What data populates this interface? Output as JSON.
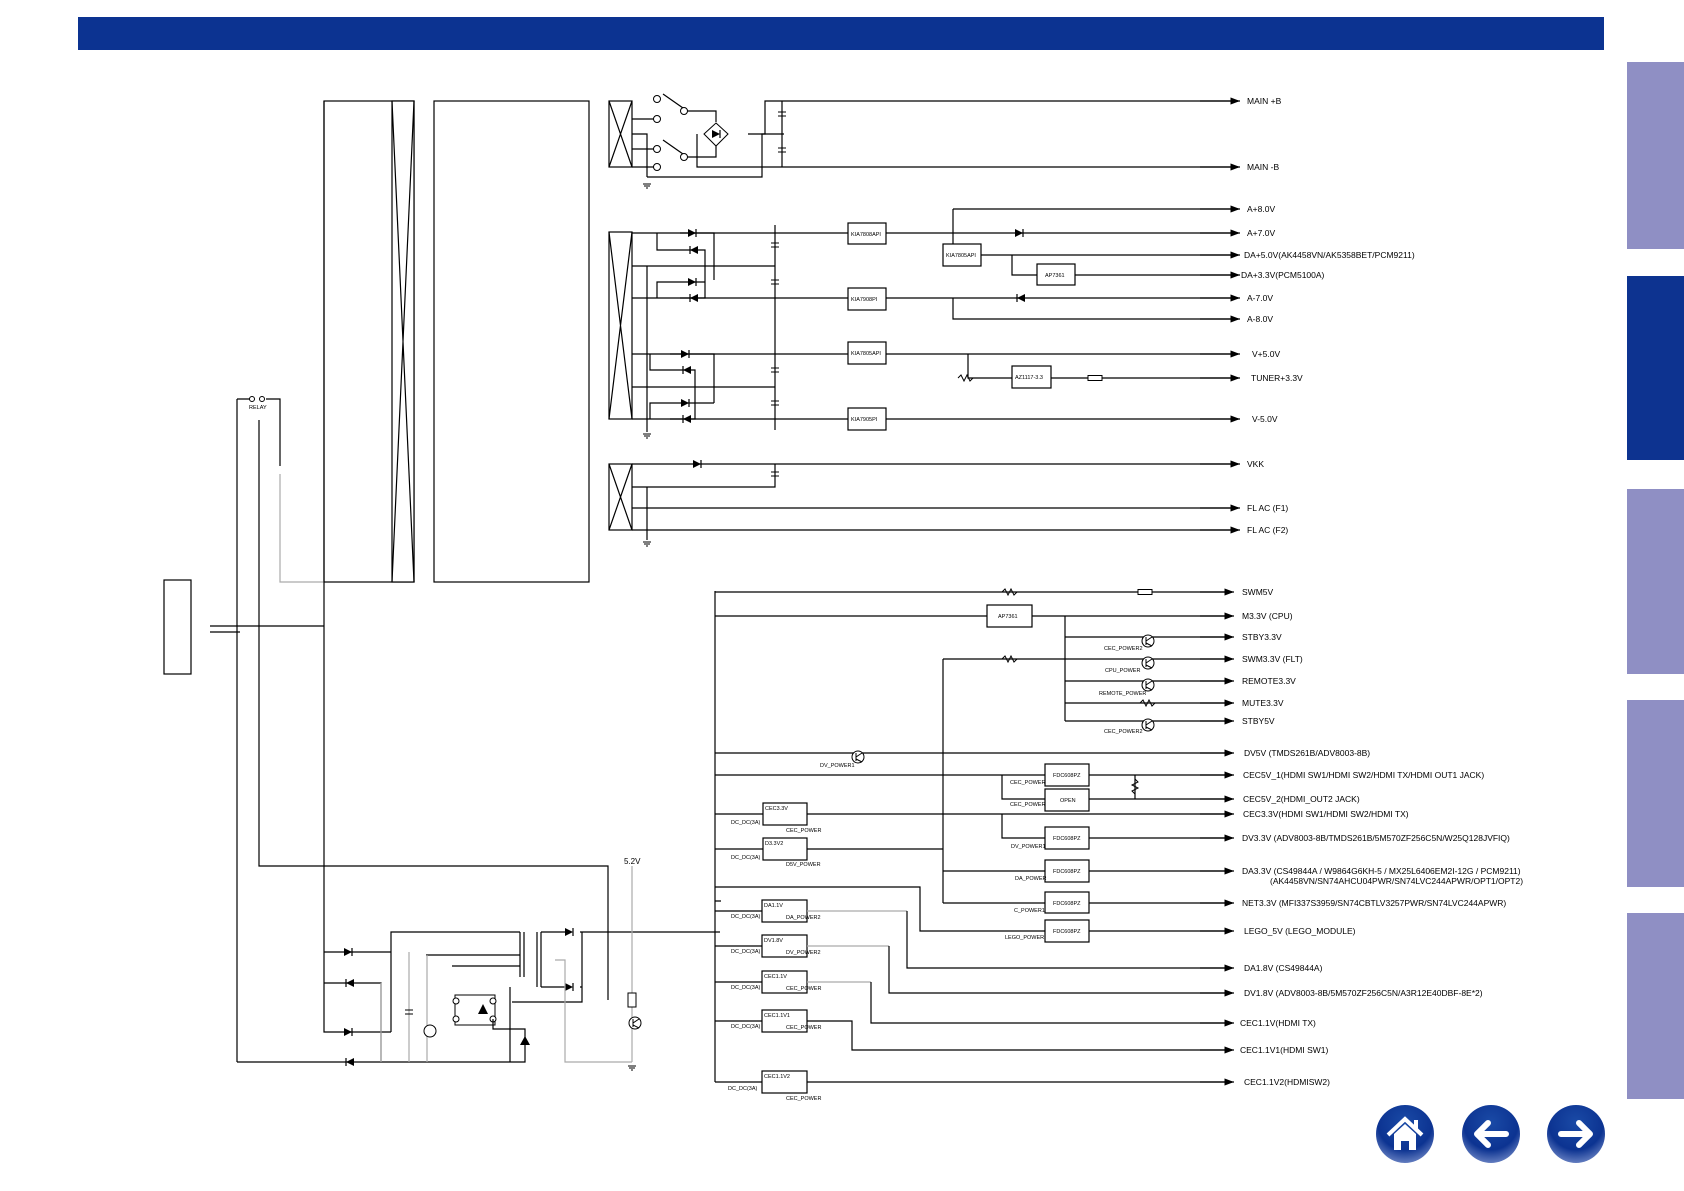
{
  "colors": {
    "header": "#0c3391",
    "tab": "#8f8fc4",
    "tab_active": "#0d3390"
  },
  "tabs": [
    {
      "id": "tab-1",
      "active": false
    },
    {
      "id": "tab-2",
      "active": true
    },
    {
      "id": "tab-3",
      "active": false
    },
    {
      "id": "tab-4",
      "active": false
    },
    {
      "id": "tab-5",
      "active": false
    }
  ],
  "nav": {
    "home_icon": "home-icon",
    "back_icon": "arrow-left-icon",
    "forward_icon": "arrow-right-icon"
  },
  "outputs": [
    "MAIN +B",
    "MAIN -B",
    "A+8.0V",
    "A+7.0V",
    "DA+5.0V(AK4458VN/AK5358BET/PCM9211)",
    "DA+3.3V(PCM5100A)",
    "A-7.0V",
    "A-8.0V",
    "V+5.0V",
    "TUNER+3.3V",
    "V-5.0V",
    "VKK",
    "FL AC (F1)",
    "FL AC (F2)",
    "SWM5V",
    "M3.3V (CPU)",
    "STBY3.3V",
    "SWM3.3V (FLT)",
    "REMOTE3.3V",
    "MUTE3.3V",
    "STBY5V",
    "DV5V (TMDS261B/ADV8003-8B)",
    "CEC5V_1(HDMI SW1/HDMI SW2/HDMI TX/HDMI OUT1 JACK)",
    "CEC5V_2(HDMI_OUT2 JACK)",
    "CEC3.3V(HDMI SW1/HDMI SW2/HDMI TX)",
    "DV3.3V (ADV8003-8B/TMDS261B/5M570ZF256C5N/W25Q128JVFIQ)",
    "DA3.3V (CS49844A / W9864G6KH-5 / MX25L6406EM2I-12G / PCM9211)",
    "(AK4458VN/SN74AHCU04PWR/SN74LVC244APWR/OPT1/OPT2)",
    "NET3.3V (MFI337S3959/SN74CBTLV3257PWR/SN74LVC244APWR)",
    "LEGO_5V (LEGO_MODULE)",
    "DA1.8V (CS49844A)",
    "DV1.8V (ADV8003-8B/5M570ZF256C5N/A3R12E40DBF-8E*2)",
    "CEC1.1V(HDMI TX)",
    "CEC1.1V1(HDMI SW1)",
    "CEC1.1V2(HDMISW2)"
  ],
  "components": {
    "kia7808": "KIA7808API",
    "kia7805a": "KIA7805API",
    "ap7361a": "AP7361",
    "kia7908": "KIA7908PI",
    "kia7805b": "KIA7805API",
    "az1117": "AZ1117-3.3",
    "kia7905": "KIA7905PI",
    "ap7361b": "AP7361",
    "fdc1": "FDC608PZ",
    "open": "OPEN",
    "fdc2": "FDC608PZ",
    "fdc3": "FDC608PZ",
    "fdc4": "FDC608PZ",
    "fdc5": "FDC608PZ",
    "relay": "RELAY",
    "v52": "5.2V",
    "dcdc": [
      "CEC3.3V",
      "D3.3V2",
      "DA1.1V",
      "DV1.8V",
      "CEC1.1V",
      "CEC1.1V1",
      "CEC1.1V2"
    ],
    "dcdc_type": "DC_DC(3A)",
    "ctrl": [
      "CEC_POWER2",
      "CPU_POWER",
      "REMOTE_POWER",
      "CEC_POWER2",
      "DV_POWER1",
      "CEC_POWER",
      "CEC_POWER",
      "CEC_POWER",
      "D5V_POWER",
      "DV_POWER1",
      "DA_POWER",
      "C_POWER1",
      "LEGO_POWER",
      "DA_POWER2",
      "DV_POWER2",
      "CEC_POWER",
      "CEC_POWER",
      "CEC_POWER"
    ]
  }
}
